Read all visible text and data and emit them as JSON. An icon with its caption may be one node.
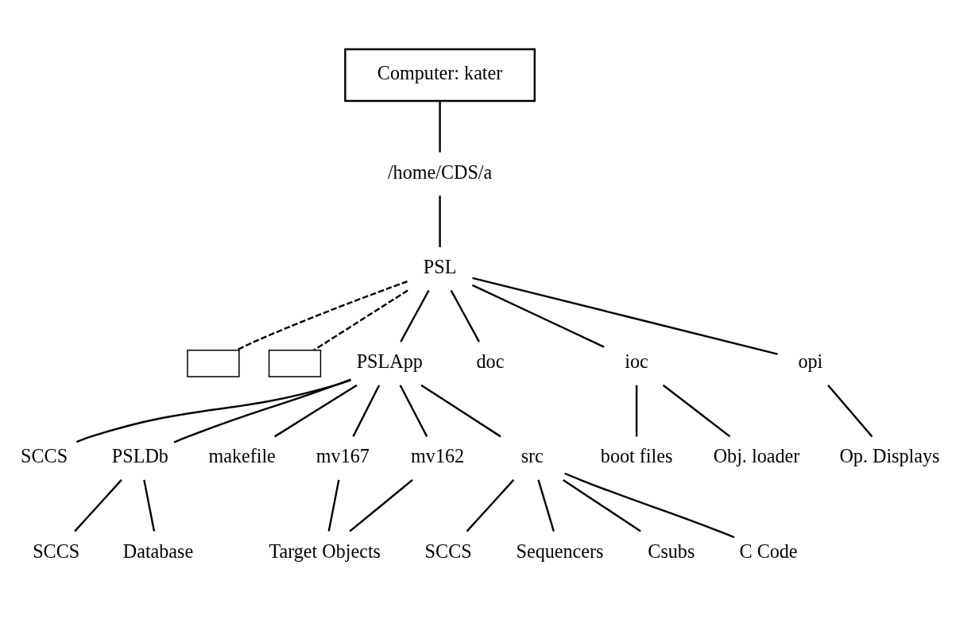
{
  "diagram": {
    "nodes": [
      {
        "text": [
          "Computer: kater"
        ]
      },
      {
        "text": [
          "/home/CDS/a"
        ]
      },
      {
        "text": [
          "PSL"
        ]
      },
      {
        "text": [],
        "shape": "box"
      },
      {
        "text": [],
        "shape": "box"
      },
      {
        "text": [
          "PSLApp"
        ]
      },
      {
        "text": [
          "doc"
        ]
      },
      {
        "text": [
          "ioc"
        ]
      },
      {
        "text": [
          "opi"
        ]
      },
      {
        "text": [
          "SCCS"
        ]
      },
      {
        "text": [
          "PSLDb"
        ]
      },
      {
        "text": [
          "makefile"
        ]
      },
      {
        "text": [
          "mv167"
        ]
      },
      {
        "text": [
          "mv162"
        ]
      },
      {
        "text": [
          "src"
        ]
      },
      {
        "text": [
          "boot files"
        ]
      },
      {
        "text": [
          "Obj. loader"
        ]
      },
      {
        "text": [
          "Op. Displays"
        ]
      },
      {
        "text": [
          "SCCS"
        ]
      },
      {
        "text": [
          "Database"
        ]
      },
      {
        "text": [
          "Target Objects"
        ]
      },
      {
        "text": [
          "SCCS"
        ]
      },
      {
        "text": [
          "Sequencers"
        ]
      },
      {
        "text": [
          "Csubs"
        ]
      },
      {
        "text": [
          "C Code"
        ]
      }
    ],
    "edges": [
      {
        "from": 0,
        "to": 1,
        "arrow": "none"
      },
      {
        "from": 1,
        "to": 2,
        "arrow": "none"
      },
      {
        "from": 2,
        "to": 3,
        "arrow": "none",
        "style": "dashed"
      },
      {
        "from": 2,
        "to": 4,
        "arrow": "none",
        "style": "dashed"
      },
      {
        "from": 2,
        "to": 5,
        "arrow": "none"
      },
      {
        "from": 2,
        "to": 6,
        "arrow": "none"
      },
      {
        "from": 2,
        "to": 7,
        "arrow": "none"
      },
      {
        "from": 2,
        "to": 8,
        "arrow": "none"
      },
      {
        "from": 5,
        "to": 9,
        "arrow": "none"
      },
      {
        "from": 5,
        "to": 10,
        "arrow": "none"
      },
      {
        "from": 5,
        "to": 11,
        "arrow": "none"
      },
      {
        "from": 5,
        "to": 12,
        "arrow": "none"
      },
      {
        "from": 5,
        "to": 13,
        "arrow": "none"
      },
      {
        "from": 5,
        "to": 14,
        "arrow": "none"
      },
      {
        "from": 7,
        "to": 15,
        "arrow": "none"
      },
      {
        "from": 7,
        "to": 16,
        "arrow": "none"
      },
      {
        "from": 8,
        "to": 17,
        "arrow": "none"
      },
      {
        "from": 10,
        "to": 18,
        "arrow": "none"
      },
      {
        "from": 10,
        "to": 19,
        "arrow": "none"
      },
      {
        "from": 12,
        "to": 20,
        "arrow": "none"
      },
      {
        "from": 13,
        "to": 20,
        "arrow": "none"
      },
      {
        "from": 14,
        "to": 21,
        "arrow": "none"
      },
      {
        "from": 14,
        "to": 22,
        "arrow": "none"
      },
      {
        "from": 14,
        "to": 23,
        "arrow": "none"
      },
      {
        "from": 14,
        "to": 24,
        "arrow": "none"
      }
    ]
  }
}
